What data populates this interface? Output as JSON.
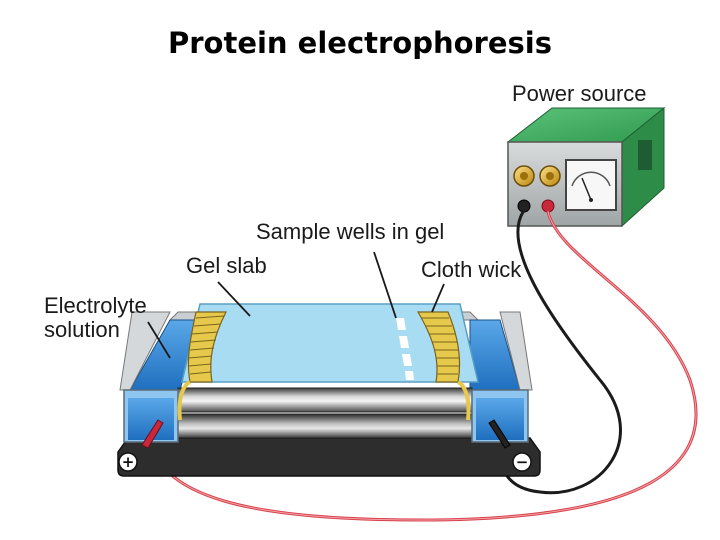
{
  "title": "Protein electrophoresis",
  "labels": {
    "power_source": "Power source",
    "sample_wells": "Sample wells in gel",
    "gel_slab": "Gel slab",
    "cloth_wick": "Cloth wick",
    "electrolyte_line1": "Electrolyte",
    "electrolyte_line2": "solution"
  },
  "terminals": {
    "positive": "+",
    "negative": "−"
  },
  "colors": {
    "power_box": "#3daa5c",
    "electrolyte": "#3f8fd8",
    "gel": "#a8dcf2",
    "wick": "#e6c84a",
    "red_wire": "#d8404a",
    "black_wire": "#1b1b1b",
    "base": "#2d2d2d"
  }
}
